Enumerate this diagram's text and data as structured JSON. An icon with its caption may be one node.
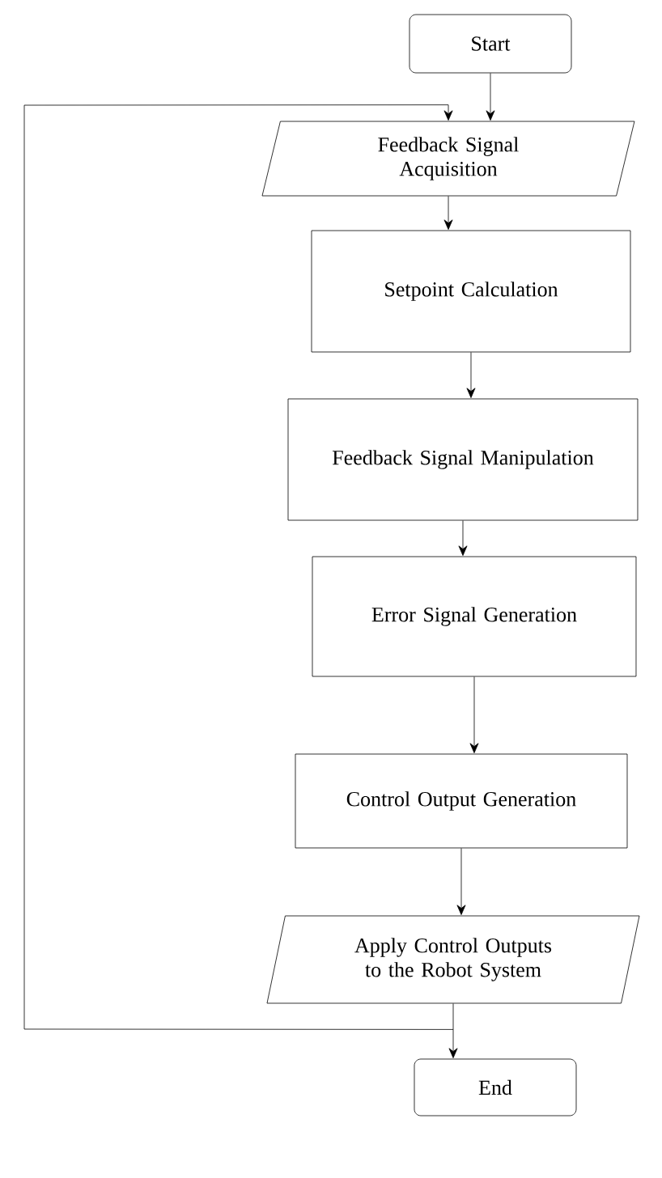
{
  "diagram": {
    "nodes": [
      {
        "text": [
          "Start"
        ]
      },
      {
        "text": [
          "Feedback Signal Acquisition"
        ]
      },
      {
        "text": [
          "Setpoint Calculation"
        ]
      },
      {
        "text": [
          "Feedback Signal Manipulation"
        ]
      },
      {
        "text": [
          "Error Signal Generation"
        ]
      },
      {
        "text": [
          "Control Output Generation"
        ]
      },
      {
        "text": [
          "Apply Control Outputs to the Robot System"
        ]
      },
      {
        "text": [
          "End"
        ]
      }
    ],
    "edges": [
      {
        "from": 0,
        "to": 1,
        "arrow": "to"
      },
      {
        "from": 1,
        "to": 2,
        "arrow": "to"
      },
      {
        "from": 2,
        "to": 3,
        "arrow": "to"
      },
      {
        "from": 3,
        "to": 4,
        "arrow": "to"
      },
      {
        "from": 4,
        "to": 5,
        "arrow": "to"
      },
      {
        "from": 5,
        "to": 6,
        "arrow": "to"
      },
      {
        "from": 6,
        "to": 7,
        "arrow": "to"
      },
      {
        "from": 6,
        "to": 1,
        "arrow": "to"
      }
    ]
  }
}
